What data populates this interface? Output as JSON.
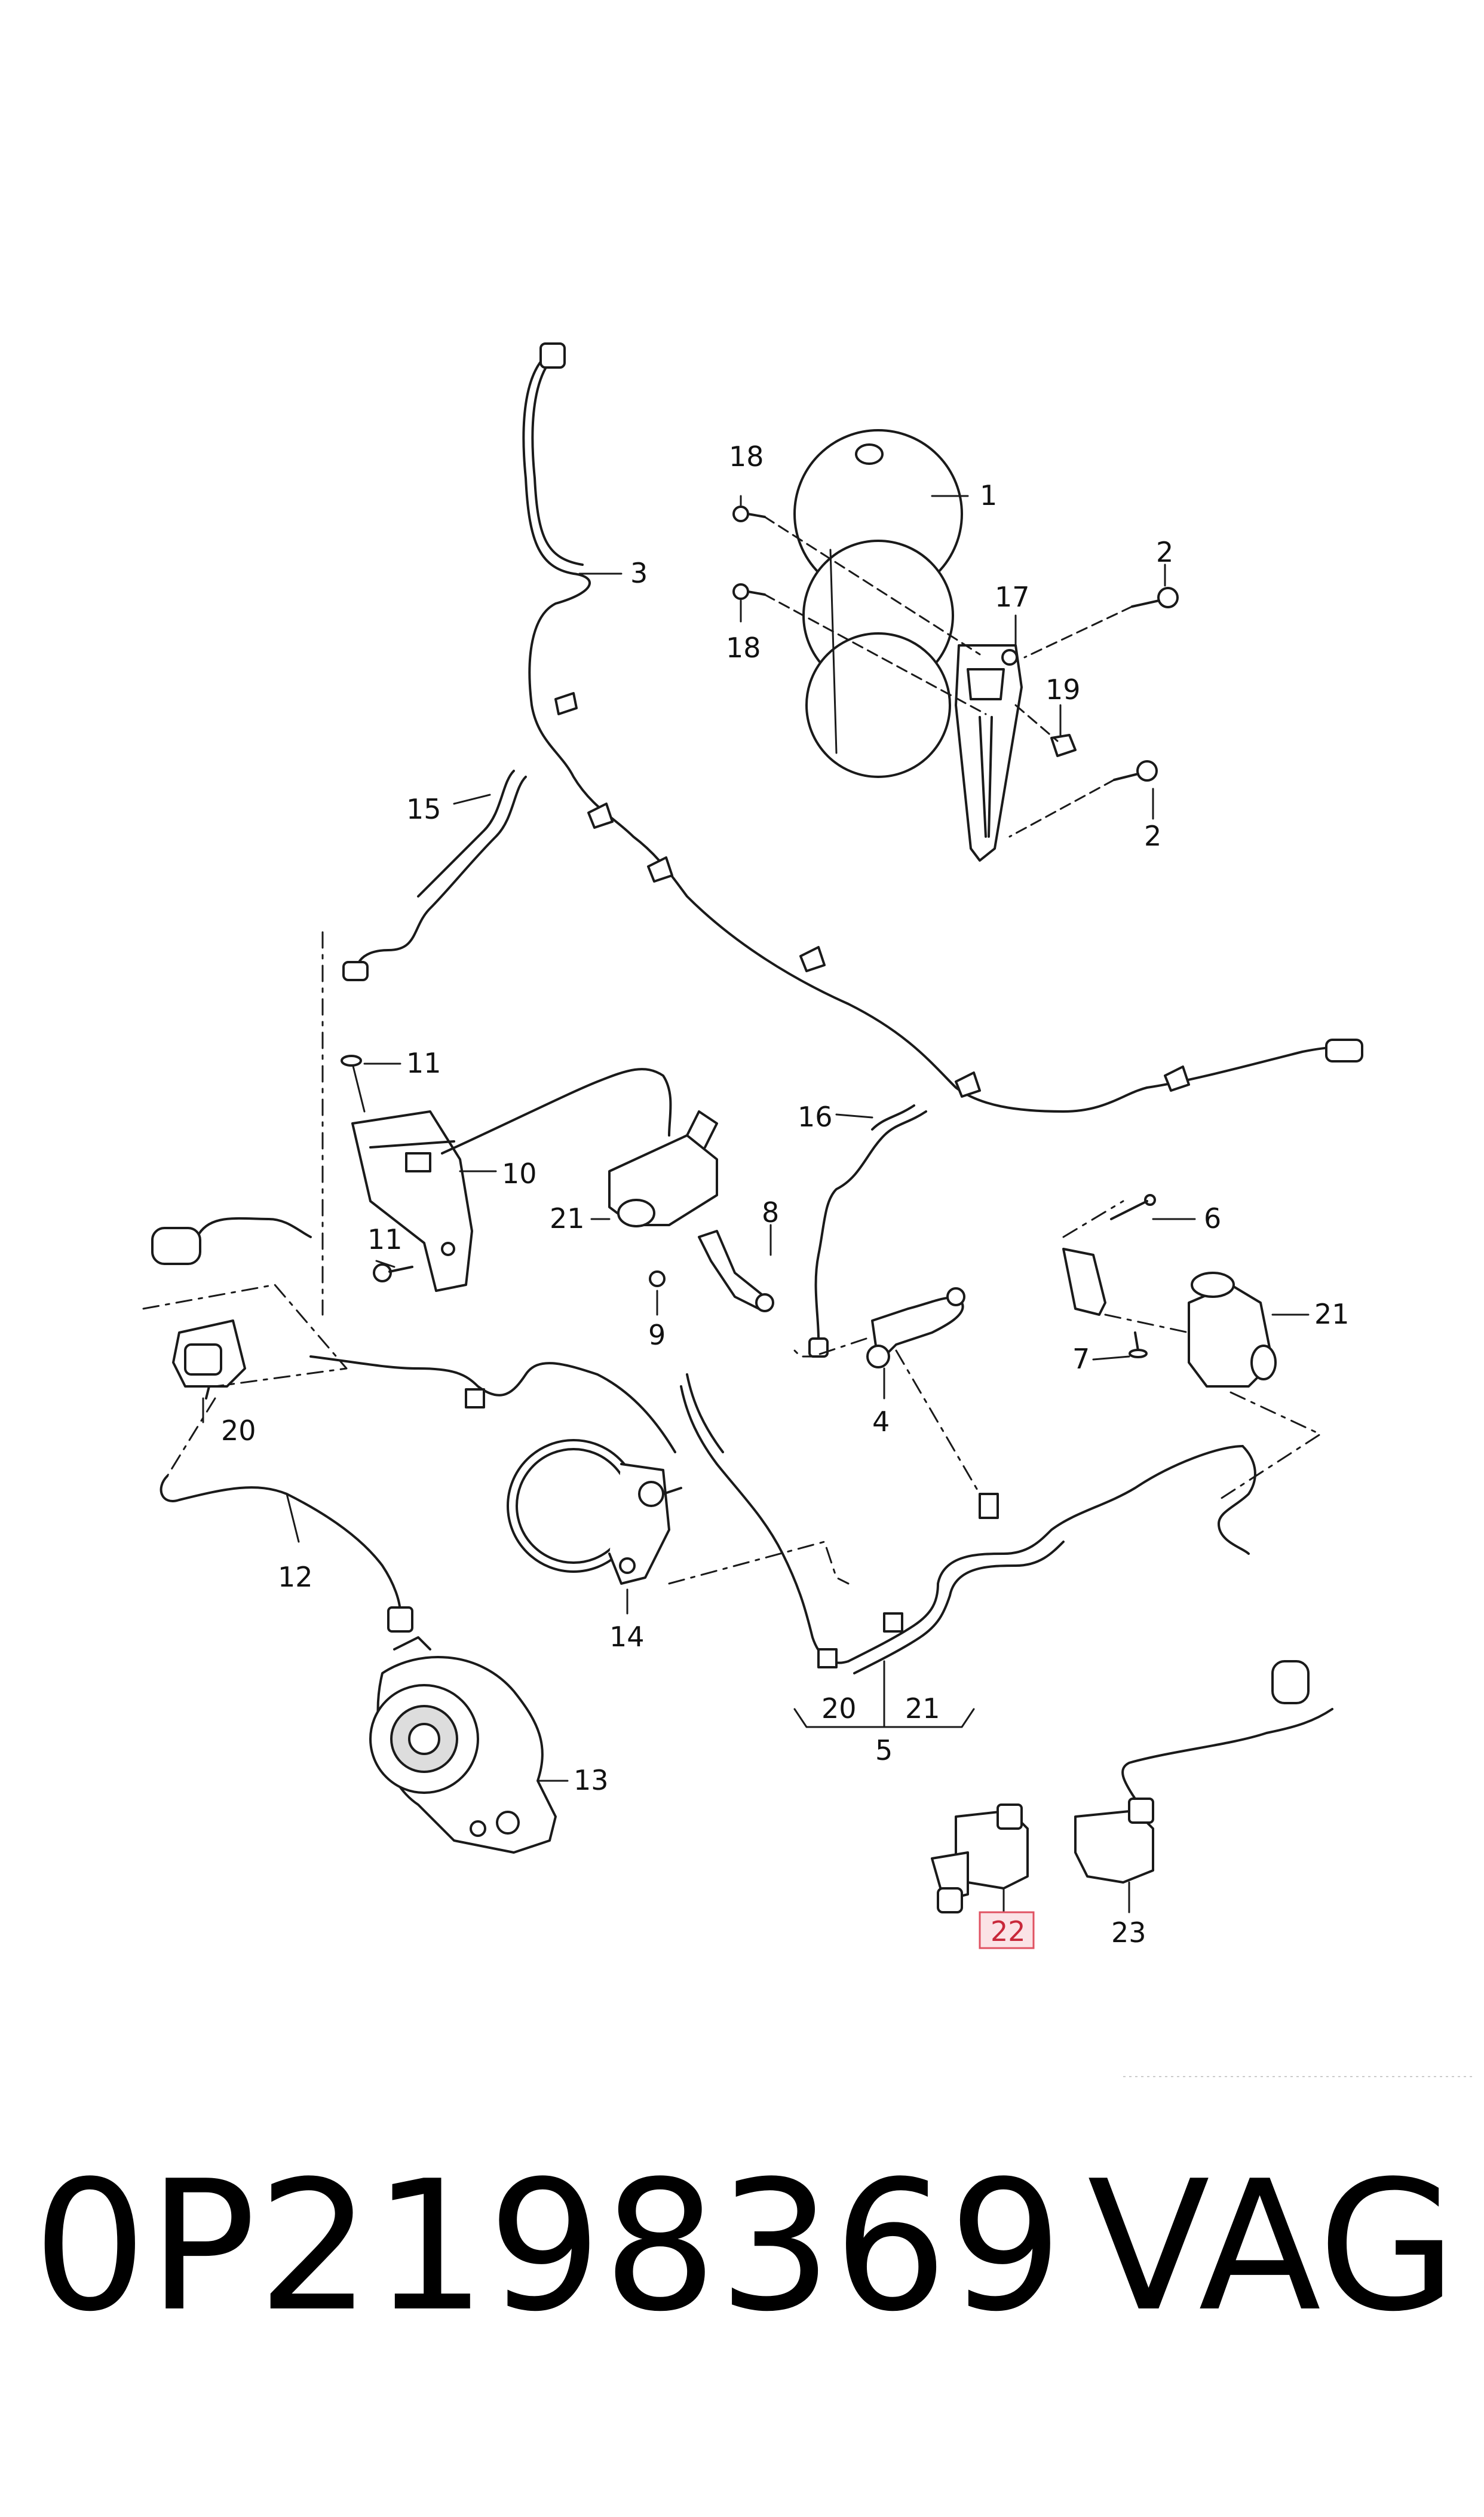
{
  "callouts": {
    "c1": "1",
    "c2a": "2",
    "c2b": "2",
    "c3": "3",
    "c4": "4",
    "c5": "5",
    "c5_sub20": "20",
    "c5_sub21": "21",
    "c6": "6",
    "c7": "7",
    "c8": "8",
    "c9": "9",
    "c10": "10",
    "c11a": "11",
    "c11b": "11",
    "c12": "12",
    "c13": "13",
    "c14": "14",
    "c15": "15",
    "c16": "16",
    "c17": "17",
    "c18a": "18",
    "c18b": "18",
    "c19": "19",
    "c20": "20",
    "c21a": "21",
    "c21b": "21",
    "c22": "22",
    "c23": "23"
  },
  "footer": {
    "part_number": "0P2198369",
    "brand": "VAG"
  },
  "colors": {
    "line": "#1a1a1a",
    "highlight_border": "#e05262",
    "highlight_fill": "#fbe3e6",
    "highlight_text": "#c8283a"
  }
}
